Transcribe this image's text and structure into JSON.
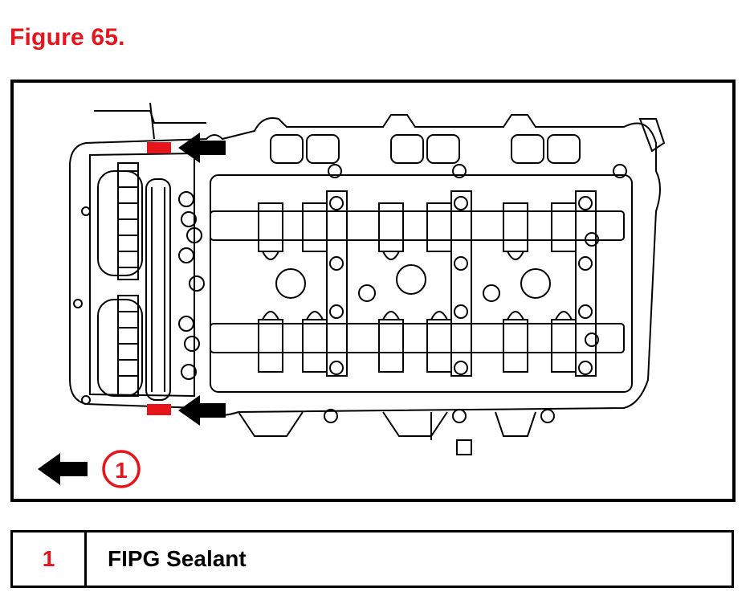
{
  "figure": {
    "title": "Figure 65."
  },
  "callout": {
    "number": "1"
  },
  "legend": [
    {
      "number": "1",
      "description": "FIPG Sealant"
    }
  ],
  "colors": {
    "accent": "#e8141c",
    "line": "#000000",
    "background": "#ffffff"
  },
  "icons": [
    "arrow-left-icon",
    "callout-circle-icon",
    "sealant-mark-icon"
  ]
}
